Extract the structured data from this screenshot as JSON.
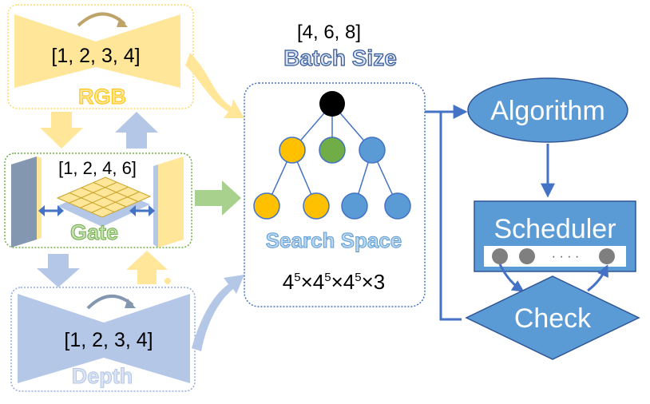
{
  "rgb_module": {
    "values": "[1, 2, 3, 4]",
    "label": "RGB"
  },
  "gate_module": {
    "values": "[1, 2, 4, 6]",
    "label": "Gate"
  },
  "depth_module": {
    "values": "[1, 2, 3, 4]",
    "label": "Depth"
  },
  "search_space": {
    "batch_values": "[4, 6, 8]",
    "batch_label": "Batch Size",
    "label": "Search Space",
    "formula": {
      "base": "4",
      "exp": "5",
      "times": "×",
      "tail": "3"
    }
  },
  "algorithm": {
    "label": "Algorithm"
  },
  "scheduler": {
    "label": "Scheduler",
    "dots": "· · · ·"
  },
  "check": {
    "label": "Check"
  },
  "colors": {
    "rgb": "#FFE699",
    "gate_border": "#70AD47",
    "depth": "#B4C7E7",
    "blue": "#4472C4",
    "node_yellow": "#FFC000",
    "node_green": "#70AD47",
    "node_blue": "#5B9BD5",
    "node_black": "#000000",
    "green_arrow": "#A9D18E"
  }
}
